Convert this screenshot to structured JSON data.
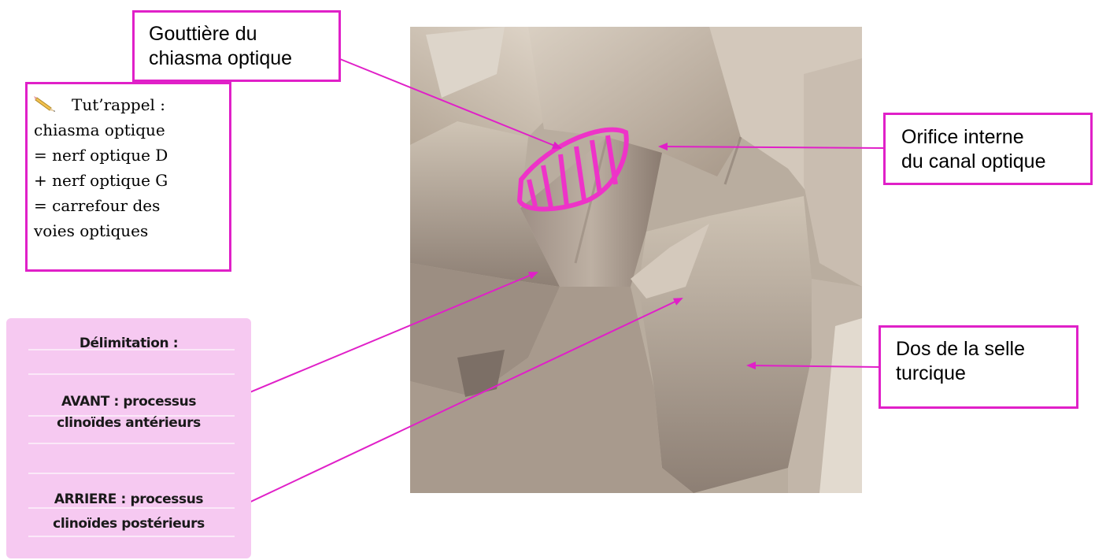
{
  "callouts": {
    "gouttiere": {
      "line1": "Gouttière du",
      "line2": "chiasma optique"
    },
    "orifice": {
      "line1": "Orifice interne",
      "line2": "du canal optique"
    },
    "dos": {
      "line1": "Dos de la selle",
      "line2": "turcique"
    },
    "rappel": {
      "icon": "pencil-icon",
      "lines": [
        "Tut’rappel :",
        "chiasma optique",
        "= nerf optique D",
        "+ nerf optique G",
        "= carrefour des",
        "voies optiques"
      ]
    }
  },
  "delimitation": {
    "title": "Délimitation :",
    "avant_line1": "AVANT : processus",
    "avant_line2": "clinoïdes antérieurs",
    "arriere_line1": "ARRIERE : processus",
    "arriere_line2": "clinoïdes postérieurs"
  },
  "colors": {
    "accent": "#e020c8",
    "note_bg": "#f6c9f1",
    "bone": "#cbbfae"
  }
}
